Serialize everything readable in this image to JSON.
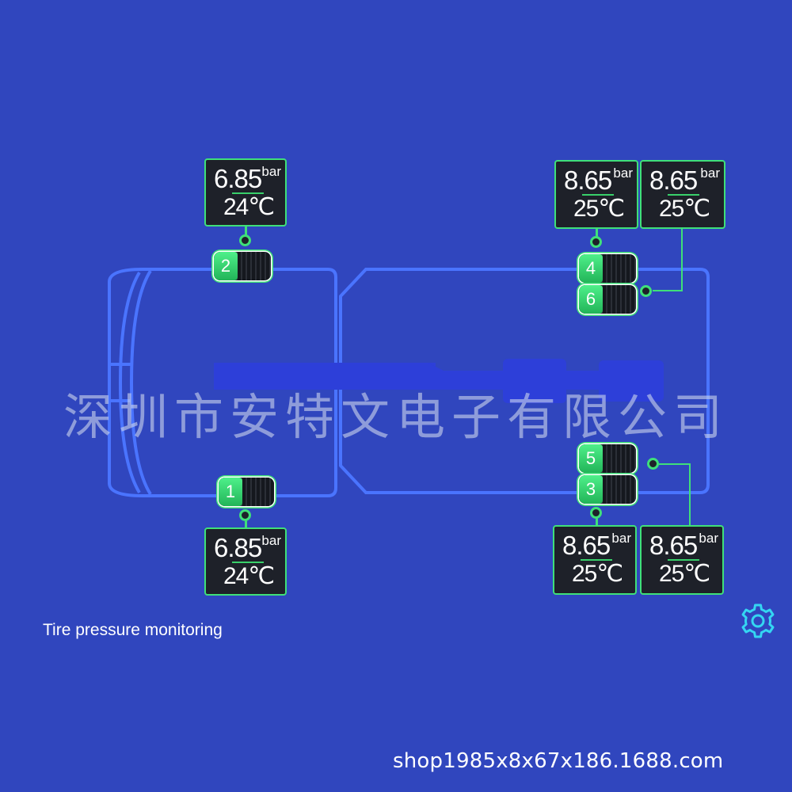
{
  "app": {
    "title": "Tire pressure monitoring"
  },
  "watermark": "深圳市安特文电子有限公司",
  "footer_url": "shop1985x8x67x186.1688.com",
  "colors": {
    "background": "#3046BE",
    "accent_green": "#3FE079",
    "card_bg": "#1E2129",
    "truck_outline": "#4A74FF",
    "gear": "#34D6F2"
  },
  "icons": {
    "settings": "gear-icon"
  },
  "tires": [
    {
      "id": "1",
      "position": "front-right"
    },
    {
      "id": "2",
      "position": "front-left"
    },
    {
      "id": "3",
      "position": "rear-right-outer"
    },
    {
      "id": "4",
      "position": "rear-left-outer"
    },
    {
      "id": "5",
      "position": "rear-right-inner"
    },
    {
      "id": "6",
      "position": "rear-left-inner"
    }
  ],
  "readings": {
    "t2": {
      "pressure": "6.85",
      "unit": "bar",
      "temp": "24℃"
    },
    "t1": {
      "pressure": "6.85",
      "unit": "bar",
      "temp": "24℃"
    },
    "t4": {
      "pressure": "8.65",
      "unit": "bar",
      "temp": "25℃"
    },
    "t6": {
      "pressure": "8.65",
      "unit": "bar",
      "temp": "25℃"
    },
    "t3": {
      "pressure": "8.65",
      "unit": "bar",
      "temp": "25℃"
    },
    "t5": {
      "pressure": "8.65",
      "unit": "bar",
      "temp": "25℃"
    }
  }
}
